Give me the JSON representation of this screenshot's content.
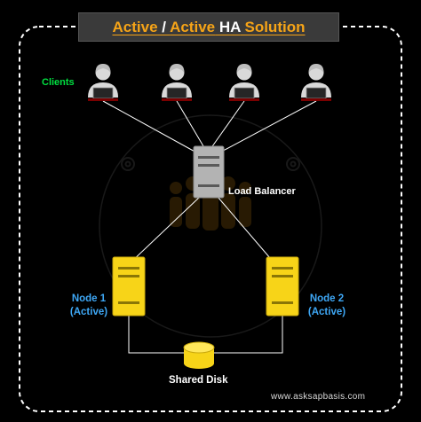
{
  "title": {
    "part_orange": "Active",
    "separator": " / ",
    "part_white": "Active",
    "part_orange2": " HA",
    "part_white2": " Solution"
  },
  "labels": {
    "clients": "Clients",
    "load_balancer": "Load Balancer",
    "node1_line1": "Node 1",
    "node1_line2": "(Active)",
    "node2_line1": "Node 2",
    "node2_line2": "(Active)",
    "shared_disk": "Shared Disk",
    "website": "www.asksapbasis.com"
  },
  "colors": {
    "background": "#000000",
    "accent_orange": "#f6a417",
    "clients_green": "#00e040",
    "node_blue": "#3ea7f5",
    "server_yellow": "#f7d418",
    "load_balancer_gray": "#b3b3b3"
  }
}
